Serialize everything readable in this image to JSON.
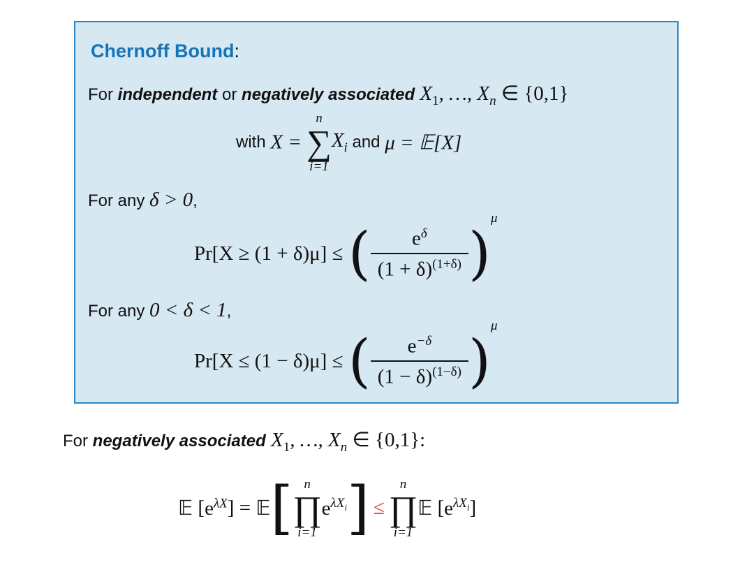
{
  "title": "Chernoff Bound",
  "title_colon": ":",
  "line1": {
    "prefix": "For ",
    "independent": "independent",
    "or": " or ",
    "neg": "negatively associated",
    "vars": " X",
    "vars_sub1": "1",
    "vars_mid": ", …, X",
    "vars_subn": "n",
    "set": " ∈ {0,1}"
  },
  "line2": {
    "with": "with ",
    "x_eq": "X = ",
    "sum_top": "n",
    "sum_sym": "∑",
    "sum_bot": "i=1",
    "xi": "X",
    "xi_sub": "i",
    "and": " and ",
    "mu_eq": "μ = 𝔼[X]"
  },
  "cond1": {
    "text": "For any ",
    "math": "δ > 0",
    "comma": ","
  },
  "eq1": {
    "lhs": "Pr[X ≥ (1 + δ)μ] ≤ ",
    "num_base": "e",
    "num_sup": "δ",
    "den_base": "(1 + δ)",
    "den_sup": "(1+δ)",
    "outer_sup": "μ"
  },
  "cond2": {
    "text": "For any ",
    "math": "0 < δ < 1",
    "comma": ","
  },
  "eq2": {
    "lhs": "Pr[X ≤ (1 − δ)μ] ≤ ",
    "num_base": "e",
    "num_sup": "−δ",
    "den_base": "(1 − δ)",
    "den_sup": "(1−δ)",
    "outer_sup": "μ"
  },
  "bottom_line": {
    "prefix": "For ",
    "neg": "negatively associated",
    "vars": " X",
    "vars_sub1": "1",
    "vars_mid": ", …, X",
    "vars_subn": "n",
    "set": " ∈ {0,1}:"
  },
  "bottom_eq": {
    "e1": "𝔼",
    "exp1_base": "e",
    "exp1_sup": "λX",
    "eq": " = ",
    "e2": "𝔼",
    "prod_top": "n",
    "prod_sym": "∏",
    "prod_bot": "i=1",
    "exp2_base": "e",
    "exp2_sup": "λX",
    "exp2_sup_sub": "i",
    "leq": "≤",
    "prod2_top": "n",
    "prod2_sym": "∏",
    "prod2_bot": "i=1",
    "e3": "𝔼",
    "exp3_base": "e",
    "exp3_sup": "λX",
    "exp3_sup_sub": "i"
  },
  "colors": {
    "box_fill": "#d6e8f2",
    "box_border": "#2b86c5",
    "title": "#1474b8",
    "highlight": "#e03b1f"
  }
}
